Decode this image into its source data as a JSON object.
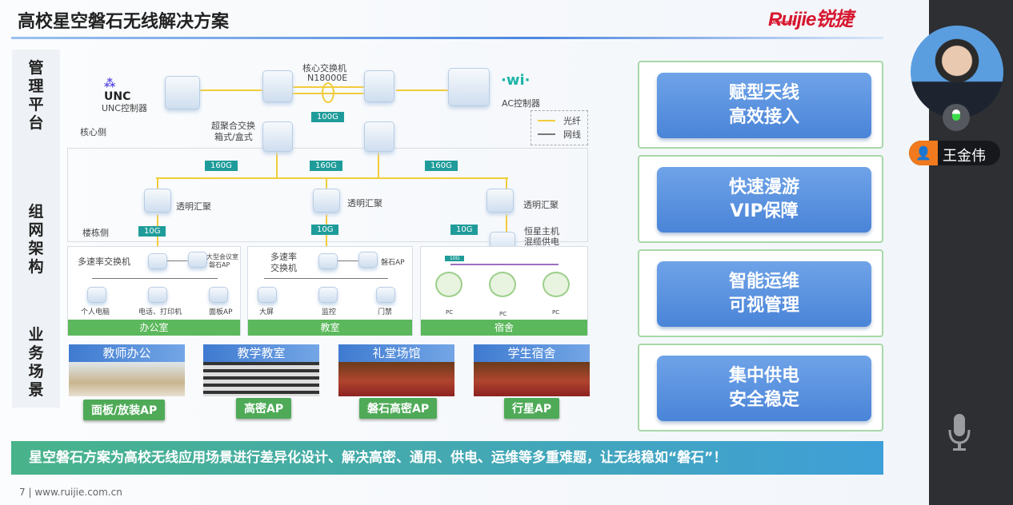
{
  "title": "高校星空磐石无线解决方案",
  "logo": {
    "brand": "Ruijie锐捷",
    "sub": "Networks"
  },
  "side_labels": [
    "管理平台",
    "组网架构",
    "业务场景"
  ],
  "diagram": {
    "unc_logo": "UNC",
    "unc_label": "UNC控制器",
    "ac_label": "AC控制器",
    "core_switch": "核心交换机",
    "core_model": "N18000E",
    "hyper_switch": [
      "超聚合交换",
      "箱式/盒式"
    ],
    "core_side": "核心侧",
    "building_side": "楼栋侧",
    "legend": {
      "fiber": "光纤",
      "cable": "网线"
    },
    "bw_100": "100G",
    "bw_160": [
      "160G",
      "160G",
      "160G"
    ],
    "bw_10": [
      "10G",
      "10G",
      "10G"
    ],
    "bw_small": "10G",
    "agg": [
      "透明汇聚",
      "透明汇聚",
      "透明汇聚"
    ],
    "star_host": [
      "恒星主机",
      "混缆供电"
    ],
    "office": {
      "switch": "多速率交换机",
      "ap": [
        "大型会议室",
        "磐石AP"
      ],
      "items": [
        "个人电脑",
        "电话、打印机",
        "面板AP"
      ],
      "name": "办公室"
    },
    "classroom": {
      "switch": [
        "多速率",
        "交换机"
      ],
      "ap": "磐石AP",
      "items": [
        "大屏",
        "监控",
        "门禁"
      ],
      "name": "教室"
    },
    "dorm": {
      "items": [
        "PC",
        "PC",
        "PC"
      ],
      "name": "宿舍"
    }
  },
  "scenes": [
    {
      "title": "教师办公",
      "ap": "面板/放装AP"
    },
    {
      "title": "教学教室",
      "ap": "高密AP"
    },
    {
      "title": "礼堂场馆",
      "ap": "磐石高密AP"
    },
    {
      "title": "学生宿舍",
      "ap": "行星AP"
    }
  ],
  "features": [
    [
      "赋型天线",
      "高效接入"
    ],
    [
      "快速漫游",
      "VIP保障"
    ],
    [
      "智能运维",
      "可视管理"
    ],
    [
      "集中供电",
      "安全稳定"
    ]
  ],
  "banner": "星空磐石方案为高校无线应用场景进行差异化设计、解决高密、通用、供电、运维等多重难题，让无线稳如“磐石”！",
  "footer": {
    "page": "7",
    "url": "www.ruijie.com.cn"
  },
  "meeting": {
    "participant": "王金伟"
  }
}
